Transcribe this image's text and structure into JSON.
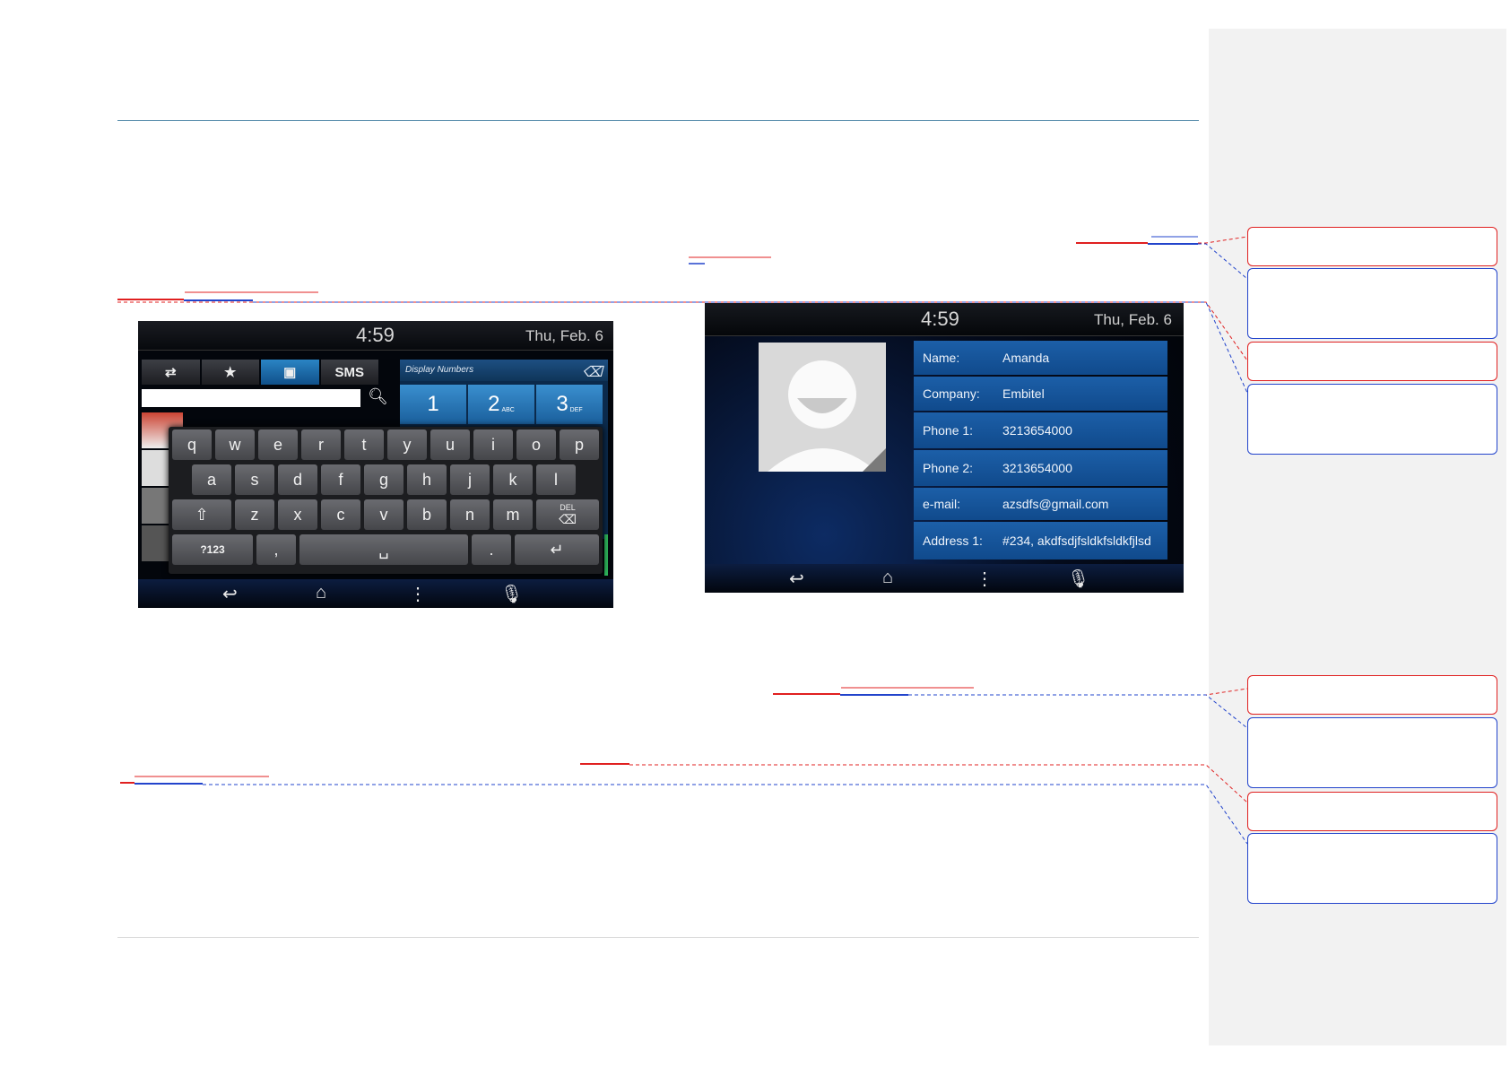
{
  "screen1": {
    "time": "4:59",
    "date": "Thu, Feb. 6",
    "tabs": [
      {
        "label": "",
        "icon": "call-swap-icon"
      },
      {
        "label": "",
        "icon": "star-icon"
      },
      {
        "label": "",
        "icon": "contacts-icon"
      },
      {
        "label": "SMS",
        "icon": ""
      }
    ],
    "dialpad": {
      "display_label": "Display Numbers",
      "keys": [
        {
          "digit": "1",
          "letters": ""
        },
        {
          "digit": "2",
          "letters": "ABC"
        },
        {
          "digit": "3",
          "letters": "DEF"
        }
      ]
    },
    "keyboard": {
      "row1": [
        "q",
        "w",
        "e",
        "r",
        "t",
        "y",
        "u",
        "i",
        "o",
        "p"
      ],
      "row2": [
        "a",
        "s",
        "d",
        "f",
        "g",
        "h",
        "j",
        "k",
        "l"
      ],
      "row3": [
        "z",
        "x",
        "c",
        "v",
        "b",
        "n",
        "m"
      ],
      "row4": {
        "symbols": "?123",
        "comma": ",",
        "period": "."
      },
      "del_label": "DEL"
    }
  },
  "screen2": {
    "time": "4:59",
    "date": "Thu, Feb. 6",
    "fields": [
      {
        "label": "Name:",
        "value": "Amanda"
      },
      {
        "label": "Company:",
        "value": "Embitel"
      },
      {
        "label": "Phone 1:",
        "value": "3213654000"
      },
      {
        "label": "Phone 2:",
        "value": "3213654000"
      },
      {
        "label": "e-mail:",
        "value": "azsdfs@gmail.com"
      },
      {
        "label": "Address 1:",
        "value": "#234, akdfsdjfsldkfsldkfjlsd"
      }
    ]
  },
  "colors": {
    "comment_red": "#e02020",
    "comment_blue": "#2244cc",
    "sidebar": "#f2f2f2",
    "rule": "#4f87a8"
  }
}
